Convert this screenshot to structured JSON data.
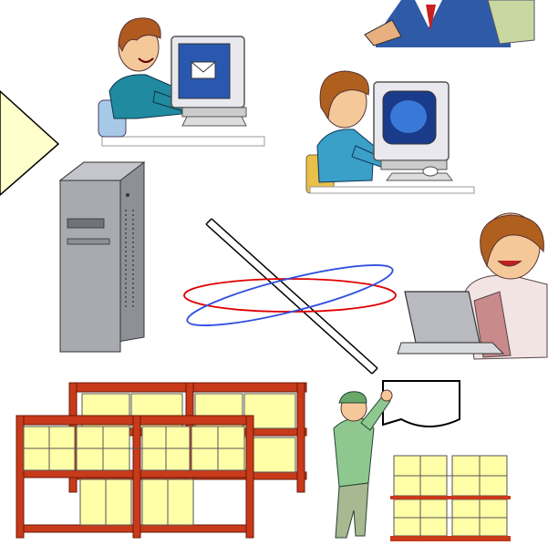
{
  "scene": {
    "kind": "clip-art illustration",
    "text_labels": []
  },
  "icons": [
    "callout-arrow-shape",
    "man-at-email-computer-icon",
    "businessman-icon",
    "woman-at-computer-icon",
    "server-tower-icon",
    "crossed-wireless-link-lines",
    "woman-with-laptop-icon",
    "warehouse-shelving-icon",
    "worker-pointing-at-sign-icon",
    "stacked-pallets-icon"
  ],
  "colors": {
    "box_yellow": "#ffffa8",
    "shelf_red": "#c83a1a",
    "callout_fill": "#ffffcc",
    "link_red": "#e00000",
    "link_blue": "#3050e0",
    "link_black": "#000000",
    "server_gray": "#a8aab0",
    "shirt_blue": "#3aa0c8",
    "worker_green": "#8fc88f"
  }
}
